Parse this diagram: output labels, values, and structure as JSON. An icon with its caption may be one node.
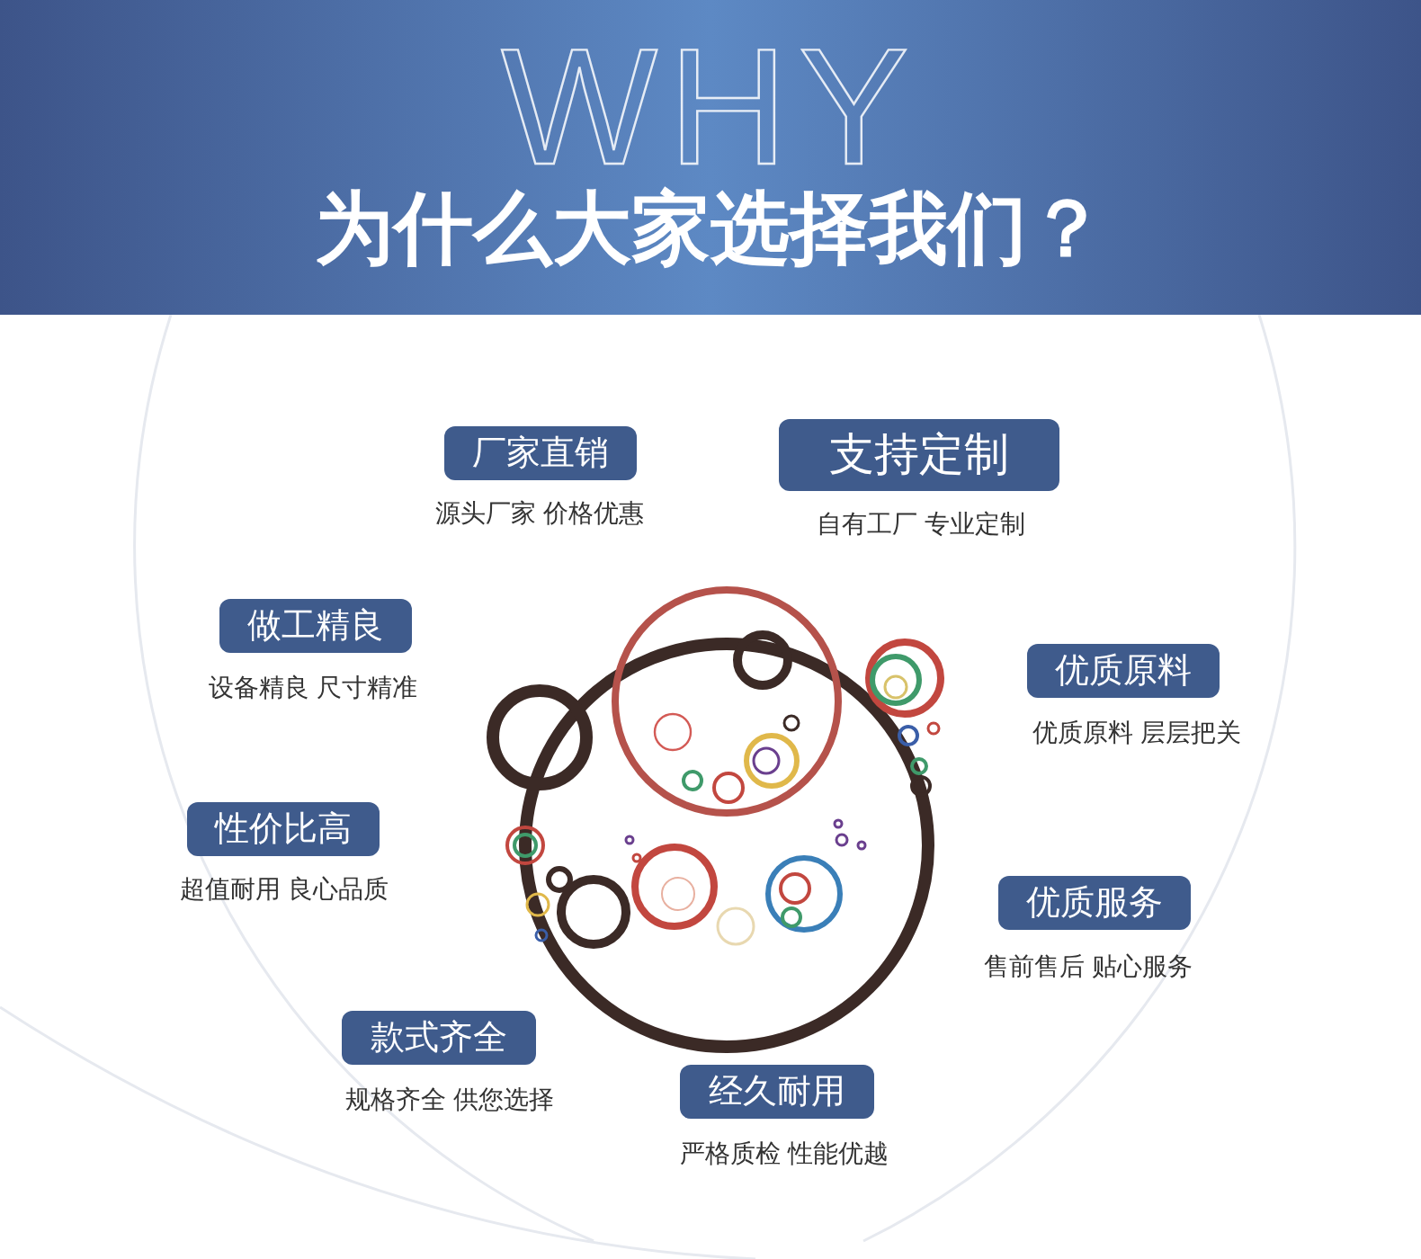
{
  "diagram": {
    "title": "为什么大家选择我们？",
    "nodes": [
      {
        "text": [
          "厂家直销"
        ],
        "beside": [
          "源头厂家 价格优惠"
        ]
      },
      {
        "text": [
          "支持定制"
        ],
        "beside": [
          "自有工厂 专业定制"
        ]
      },
      {
        "text": [
          "做工精良"
        ],
        "beside": [
          "设备精良 尺寸精准"
        ]
      },
      {
        "text": [
          "优质原料"
        ],
        "beside": [
          "优质原料 层层把关"
        ]
      },
      {
        "text": [
          "性价比高"
        ],
        "beside": [
          "超值耐用 良心品质"
        ]
      },
      {
        "text": [
          "优质服务"
        ],
        "beside": [
          "售前售后 贴心服务"
        ]
      },
      {
        "text": [
          "款式齐全"
        ],
        "beside": [
          "规格齐全 供您选择"
        ]
      },
      {
        "text": [
          "经久耐用"
        ],
        "beside": [
          "严格质检 性能优越"
        ]
      }
    ],
    "labels": [
      "WHY"
    ]
  }
}
